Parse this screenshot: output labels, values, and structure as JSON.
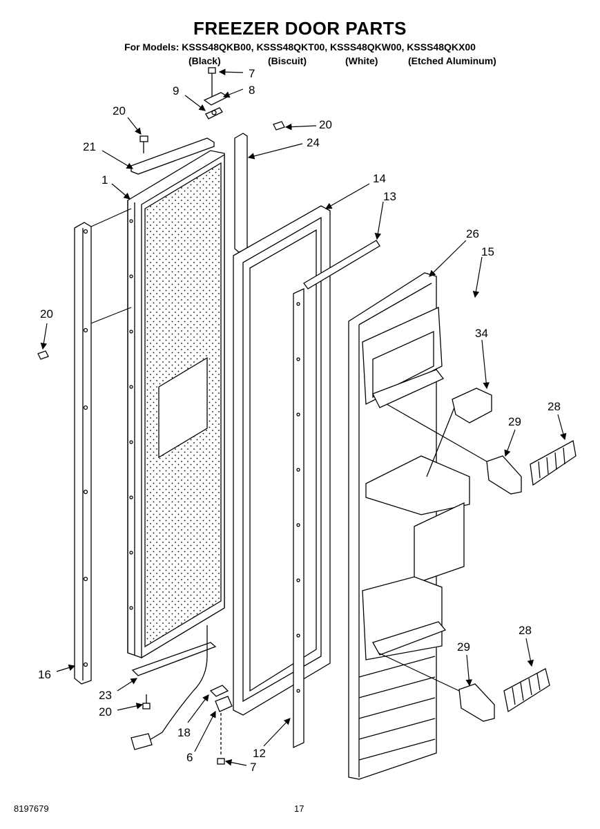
{
  "header": {
    "title": "FREEZER DOOR PARTS",
    "models": "For Models: KSSS48QKB00, KSSS48QKT00, KSSS48QKW00, KSSS48QKX00",
    "colors": [
      "(Black)",
      "(Biscuit)",
      "(White)",
      "(Etched Aluminum)"
    ]
  },
  "callouts": {
    "c7a": "7",
    "c8": "8",
    "c9": "9",
    "c20a": "20",
    "c20b": "20",
    "c24": "24",
    "c21": "21",
    "c1": "1",
    "c14": "14",
    "c13": "13",
    "c26": "26",
    "c15": "15",
    "c20c": "20",
    "c34": "34",
    "c28a": "28",
    "c29a": "29",
    "c16": "16",
    "c23": "23",
    "c20d": "20",
    "c18": "18",
    "c6": "6",
    "c7b": "7",
    "c12": "12",
    "c29b": "29",
    "c28b": "28"
  },
  "footer": {
    "doc_number": "8197679",
    "page": "17"
  }
}
